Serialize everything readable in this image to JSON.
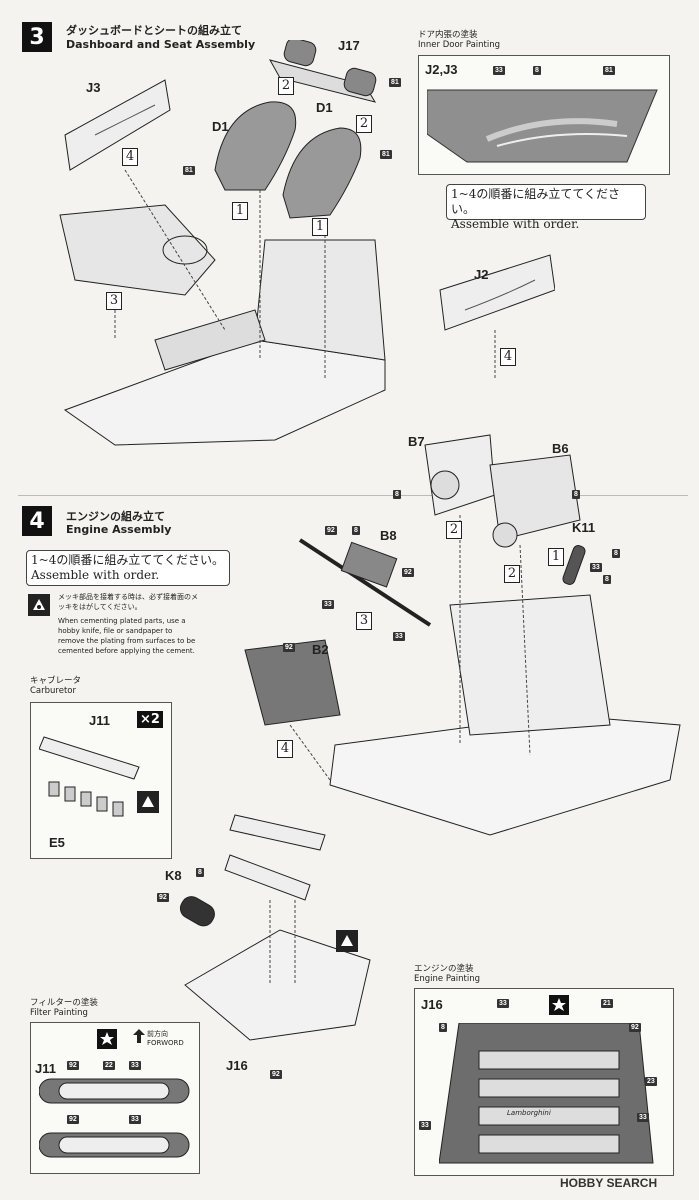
{
  "step3": {
    "number": "3",
    "title_jp": "ダッシュボードとシートの組み立て",
    "title_en": "Dashboard and Seat Assembly",
    "parts": {
      "j17": "J17",
      "j3": "J3",
      "d1a": "D1",
      "d1b": "D1",
      "j2": "J2"
    },
    "paint_81": "81",
    "seq": {
      "a": "2",
      "b": "2",
      "c": "4",
      "d": "1",
      "e": "1",
      "f": "3",
      "g": "4"
    },
    "inner_door": {
      "title_jp": "ドア内張の塗装",
      "title_en": "Inner Door Painting",
      "part": "J2,J3",
      "codes": [
        "33",
        "8",
        "81"
      ]
    },
    "order_note": {
      "jp": "1~4の順番に組み立ててください。",
      "en": "Assemble with order."
    }
  },
  "step4": {
    "number": "4",
    "title_jp": "エンジンの組み立て",
    "title_en": "Engine Assembly",
    "order_note": {
      "jp": "1~4の順番に組み立ててください。",
      "en": "Assemble with order."
    },
    "plating_note": {
      "jp": "メッキ部品を接着する時は、必ず接着面のメッキをはがしてください。",
      "en": "When cementing plated parts, use a hobby knife, file or sandpaper to remove the plating from surfaces to be cemented before applying the cement."
    },
    "parts": {
      "b7": "B7",
      "b6": "B6",
      "k11": "K11",
      "b8": "B8",
      "b2": "B2",
      "j11": "J11",
      "e5": "E5",
      "k8": "K8",
      "j16": "J16"
    },
    "codes": {
      "c8": "8",
      "c92": "92",
      "c33": "33",
      "c21": "21",
      "c22": "22",
      "c23": "23"
    },
    "seq": {
      "b7": "2",
      "b6": "2",
      "k11": "1",
      "b8": "3",
      "b2": "4"
    },
    "carb": {
      "title_jp": "キャブレータ",
      "title_en": "Carburetor",
      "mult": "×2"
    },
    "filter": {
      "title_jp": "フィルターの塗装",
      "title_en": "Filter Painting",
      "forward_jp": "前方向",
      "forward_en": "FORWORD",
      "part": "J11"
    },
    "engine_paint": {
      "title_jp": "エンジンの塗装",
      "title_en": "Engine Painting",
      "part": "J16",
      "logo": "Lamborghini"
    }
  },
  "watermark": "HOBBY SEARCH"
}
